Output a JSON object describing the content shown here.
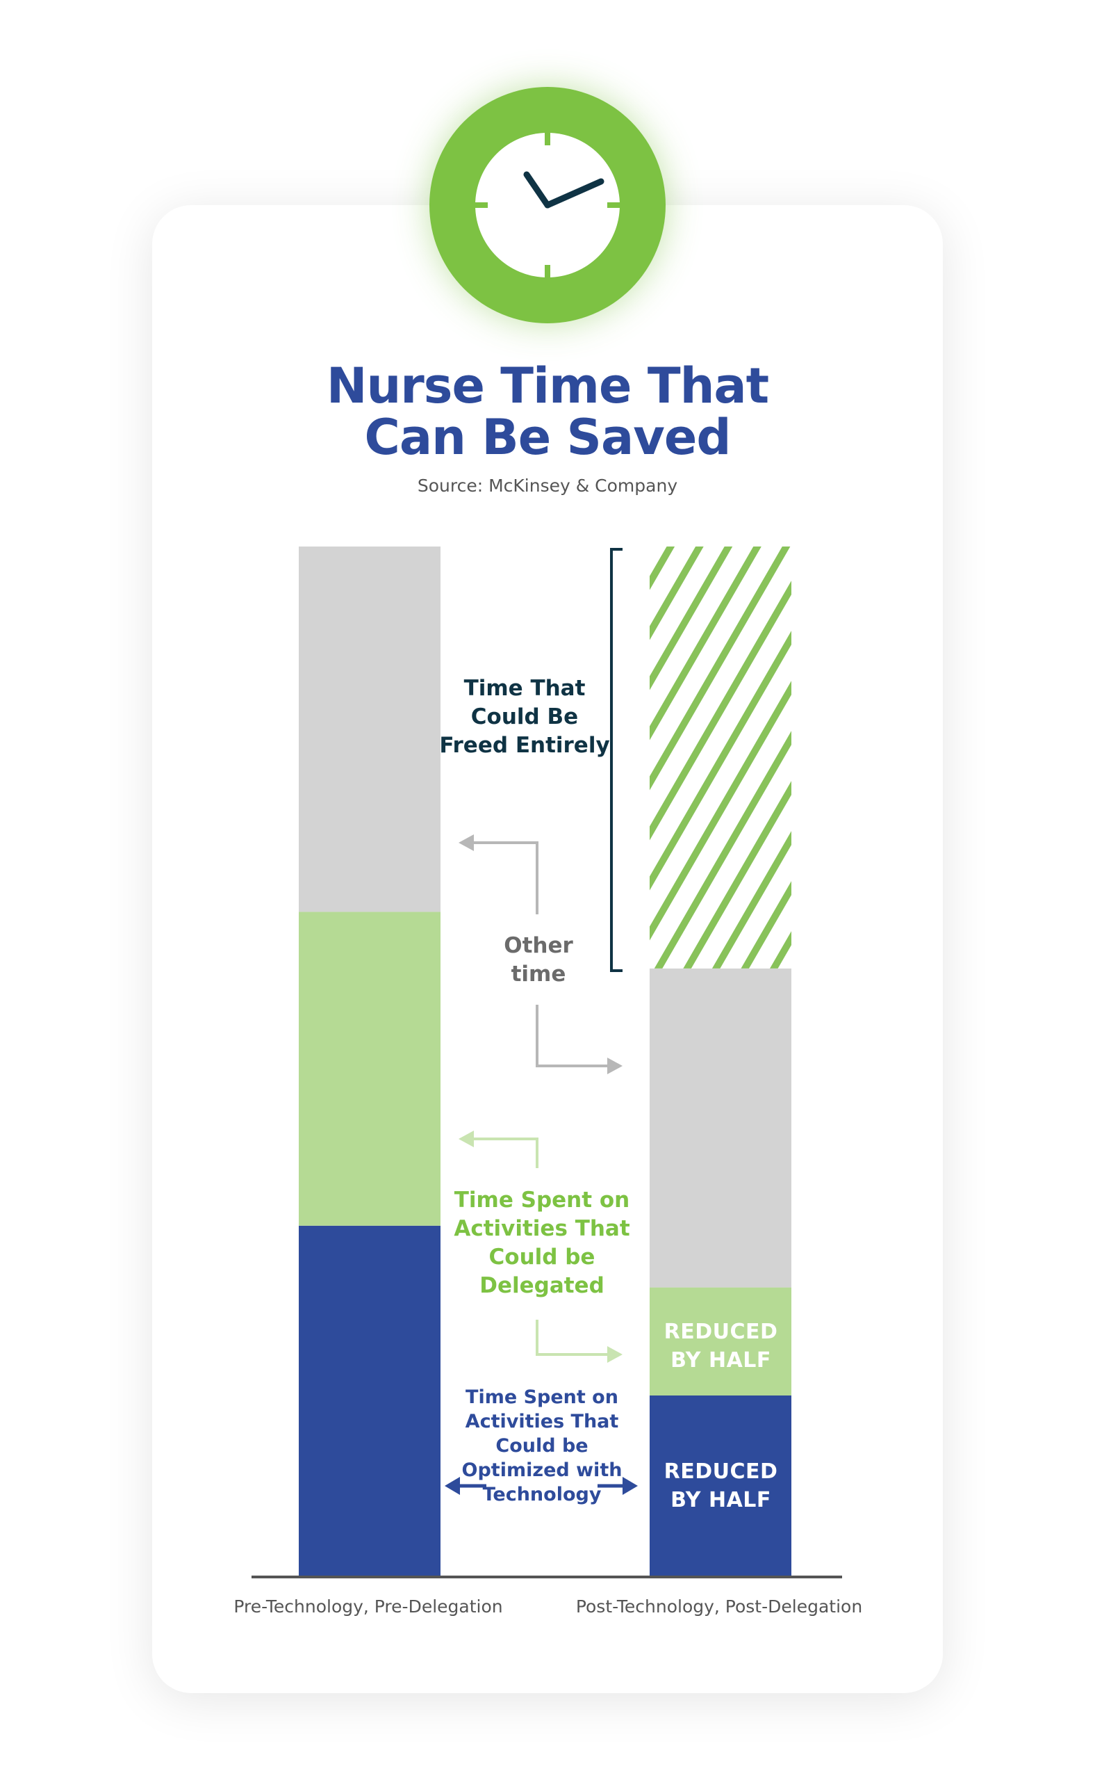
{
  "title_line1": "Nurse Time That",
  "title_line2": "Can Be Saved",
  "source": "Source: McKinsey & Company",
  "chart_data": {
    "type": "bar",
    "stacked": true,
    "categories": [
      "Pre-Technology, Pre-Delegation",
      "Post-Technology, Post-Delegation"
    ],
    "series": [
      {
        "name": "Time Spent on Activities That Could be Optimized with Technology",
        "values": [
          34,
          17.5
        ],
        "color": "#2e4b9b"
      },
      {
        "name": "Time Spent on Activities That Could be Delegated",
        "values": [
          30.5,
          10.5
        ],
        "color": "#b5da94"
      },
      {
        "name": "Other time",
        "values": [
          35.5,
          31
        ],
        "color": "#d3d3d3"
      },
      {
        "name": "Time That Could Be Freed Entirely",
        "values": [
          0,
          41
        ],
        "color": "#88c25a",
        "pattern": "hatched"
      }
    ],
    "bar_annotations": {
      "green": "REDUCED BY HALF",
      "blue": "REDUCED BY HALF"
    },
    "labels": {
      "freed": "Time That Could Be Freed Entirely",
      "other": "Other time",
      "delegated": "Time Spent on Activities That Could be Delegated",
      "optimized": "Time Spent on Activities That Could be Optimized with Technology"
    },
    "ylim": [
      0,
      100
    ],
    "grid": false,
    "legend": "none"
  }
}
